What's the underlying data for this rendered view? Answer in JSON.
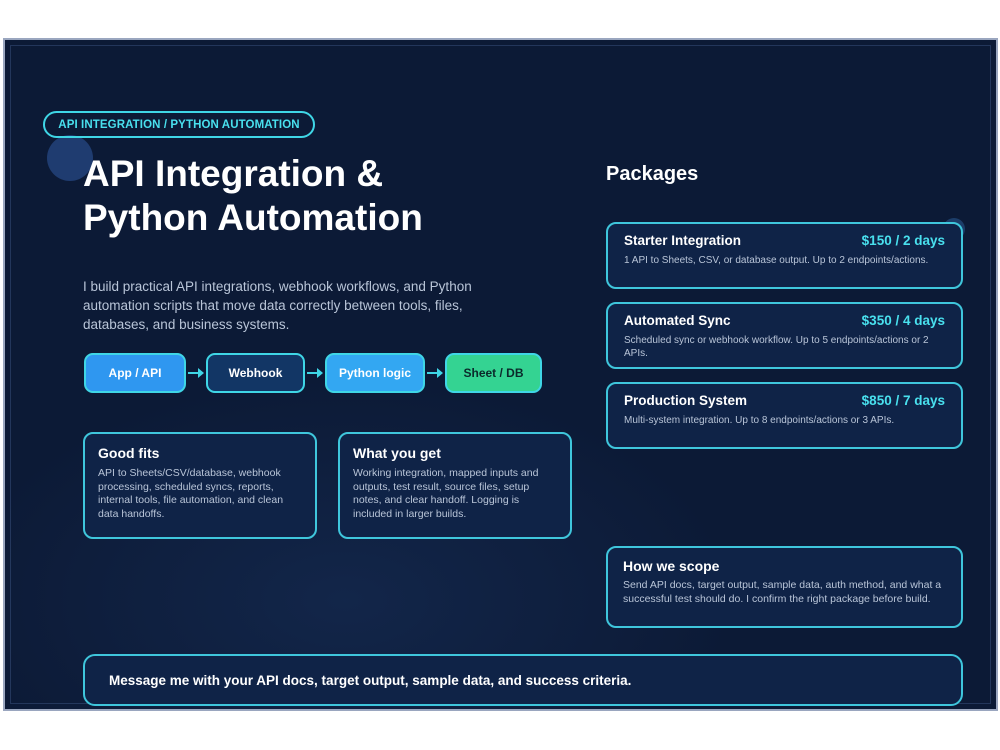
{
  "hero": {
    "tag": "API INTEGRATION / PYTHON AUTOMATION",
    "title": "API Integration & Python Automation",
    "description": "I build practical API integrations, webhook workflows, and Python automation scripts that move data correctly between tools, files, databases, and business systems."
  },
  "flow": {
    "steps": [
      "App / API",
      "Webhook",
      "Python logic",
      "Sheet / DB"
    ],
    "icons": [
      "arrow-right-icon",
      "arrow-right-icon",
      "arrow-right-icon"
    ]
  },
  "cards": {
    "good_fits": {
      "title": "Good fits",
      "text": "API to Sheets/CSV/database, webhook processing, scheduled syncs, reports, internal tools, file automation, and clean data handoffs."
    },
    "what_you_get": {
      "title": "What you get",
      "text": "Working integration, mapped inputs and outputs, test result, source files, setup notes, and clear handoff. Logging is included in larger builds."
    }
  },
  "packages": {
    "title": "Packages",
    "items": [
      {
        "name": "Starter Integration",
        "price": "$150 / 2 days",
        "description": "1 API to Sheets, CSV, or database output. Up to 2 endpoints/actions."
      },
      {
        "name": "Automated Sync",
        "price": "$350 / 4 days",
        "description": "Scheduled sync or webhook workflow. Up to 5 endpoints/actions or 2 APIs."
      },
      {
        "name": "Production System",
        "price": "$850 / 7 days",
        "description": "Multi-system integration. Up to 8 endpoints/actions or 3 APIs."
      }
    ]
  },
  "scope": {
    "title": "How we scope",
    "text": "Send API docs, target output, sample data, auth method, and what a successful test should do. I confirm the right package before build."
  },
  "cta": {
    "text": "Message me with your API docs, target output, sample data, and success criteria."
  },
  "colors": {
    "background": "#0c1a36",
    "accent": "#3fd6e6",
    "node_api": "#2f97f0",
    "node_webhook": "#123665",
    "node_python": "#33a7f2",
    "node_db": "#34d392"
  }
}
